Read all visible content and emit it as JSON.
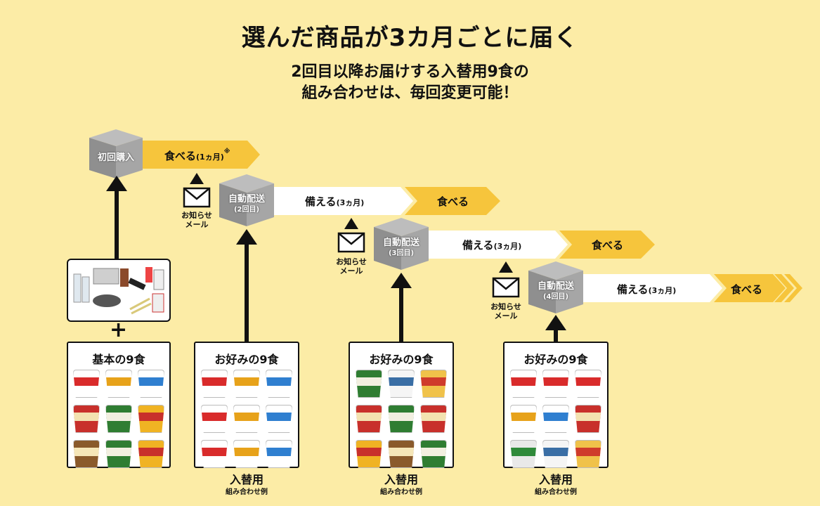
{
  "header": {
    "title": "選んだ商品が3カ月ごとに届く",
    "subtitle_line1": "2回目以降お届けする入替用9食の",
    "subtitle_line2": "組み合わせは、毎回変更可能！"
  },
  "steps": {
    "first": {
      "label": "初回購入",
      "eat": "食べる",
      "eat_period": "(1ヵ月)",
      "eat_note": "※"
    },
    "second": {
      "label": "自動配送",
      "sub": "(2回目)",
      "prepare": "備える",
      "period": "(3ヵ月)",
      "eat": "食べる"
    },
    "third": {
      "label": "自動配送",
      "sub": "(3回目)",
      "prepare": "備える",
      "period": "(3ヵ月)",
      "eat": "食べる"
    },
    "fourth": {
      "label": "自動配送",
      "sub": "(4回目)",
      "prepare": "備える",
      "period": "(3ヵ月)",
      "eat": "食べる"
    }
  },
  "mail": {
    "line1": "お知らせ",
    "line2": "メール"
  },
  "panels": {
    "basic": {
      "title": "基本の9食"
    },
    "p2": {
      "title": "お好みの9食",
      "caption": "入替用",
      "caption_sub": "組み合わせ例"
    },
    "p3": {
      "title": "お好みの9食",
      "caption": "入替用",
      "caption_sub": "組み合わせ例"
    },
    "p4": {
      "title": "お好みの9食",
      "caption": "入替用",
      "caption_sub": "組み合わせ例"
    }
  },
  "plus_sign": "+",
  "colors": {
    "background": "#fceca6",
    "band_light": "#ffffff",
    "band_accent": "#f6c53c",
    "cube": "#9b9b9b"
  },
  "cup_sets": {
    "basic": [
      "original",
      "curry",
      "seafood",
      "red",
      "green",
      "orange",
      "brown",
      "green",
      "orange"
    ],
    "p2": [
      "original",
      "curry",
      "seafood",
      "original",
      "curry",
      "seafood",
      "original",
      "curry",
      "seafood"
    ],
    "p3": [
      "green",
      "sio",
      "cheese",
      "red",
      "green",
      "red",
      "orange",
      "brown",
      "green"
    ],
    "p4": [
      "original",
      "original",
      "original",
      "curry",
      "seafood",
      "red",
      "tomato",
      "sio",
      "cheese"
    ]
  }
}
